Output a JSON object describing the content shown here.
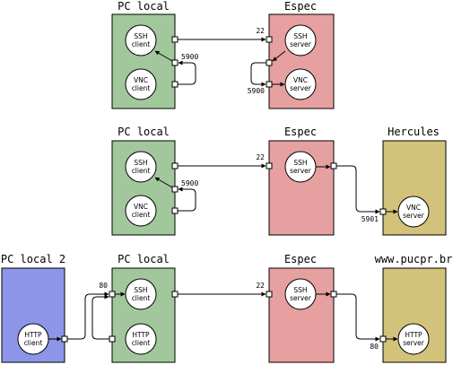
{
  "colors": {
    "pc_local": "#a2c79c",
    "espec": "#e7a0a0",
    "hercules": "#d3c27a",
    "pc_local_2": "#8c96e8",
    "stroke": "#000000",
    "background": "#ffffff"
  },
  "row1": {
    "pc_title": "PC local",
    "espec_title": "Espec",
    "ssh_client": [
      "SSH",
      "client"
    ],
    "vnc_client": [
      "VNC",
      "client"
    ],
    "ssh_server": [
      "SSH",
      "server"
    ],
    "vnc_server": [
      "VNC",
      "server"
    ],
    "port_22": "22",
    "port_5900_pc": "5900",
    "port_5900_espec": "5900"
  },
  "row2": {
    "pc_title": "PC local",
    "espec_title": "Espec",
    "hercules_title": "Hercules",
    "ssh_client": [
      "SSH",
      "client"
    ],
    "vnc_client": [
      "VNC",
      "client"
    ],
    "ssh_server": [
      "SSH",
      "server"
    ],
    "vnc_server": [
      "VNC",
      "server"
    ],
    "port_22": "22",
    "port_5900": "5900",
    "port_5901": "5901"
  },
  "row3": {
    "pc2_title": "PC local 2",
    "pc_title": "PC local",
    "espec_title": "Espec",
    "pucpr_title": "www.pucpr.br",
    "http_client_pc2": [
      "HTTP",
      "client"
    ],
    "ssh_client": [
      "SSH",
      "client"
    ],
    "http_client_pc": [
      "HTTP",
      "client"
    ],
    "ssh_server": [
      "SSH",
      "server"
    ],
    "http_server": [
      "HTTP",
      "server"
    ],
    "port_80_pc": "80",
    "port_22": "22",
    "port_80_server": "80"
  }
}
